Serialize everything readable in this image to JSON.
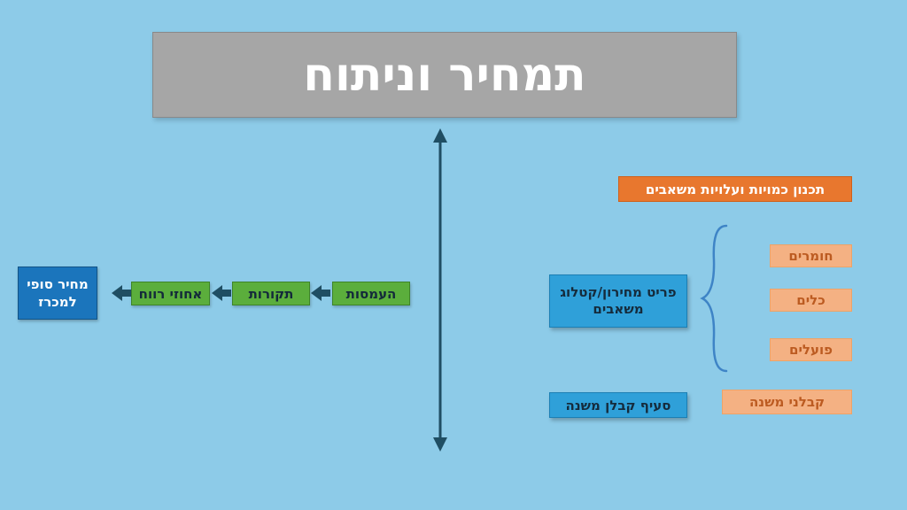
{
  "title": "תמחיר וניתוח",
  "pricing_chain": {
    "steps": [
      {
        "label": "העמסות"
      },
      {
        "label": "תקורות"
      },
      {
        "label": "אחוזי רווח"
      }
    ],
    "final_price": "מחיר סופי למכרז"
  },
  "resources_plan": {
    "header": "תכנון כמויות ועלויות משאבים",
    "items": [
      {
        "label": "חומרים"
      },
      {
        "label": "כלים"
      },
      {
        "label": "פועלים"
      }
    ],
    "catalog_item": "פריט מחירון/קטלוג משאבים",
    "subcontractor_section": "סעיף קבלן משנה",
    "subcontractors": "קבלני משנה"
  },
  "colors": {
    "background": "#8DCBE8",
    "title_fill": "#A6A6A6",
    "orange": "#E8772E",
    "salmon": "#F4B183",
    "green": "#5BAE3C",
    "blue": "#2FA0D9",
    "deep_blue": "#1B75BC",
    "arrow": "#1F4E63"
  }
}
